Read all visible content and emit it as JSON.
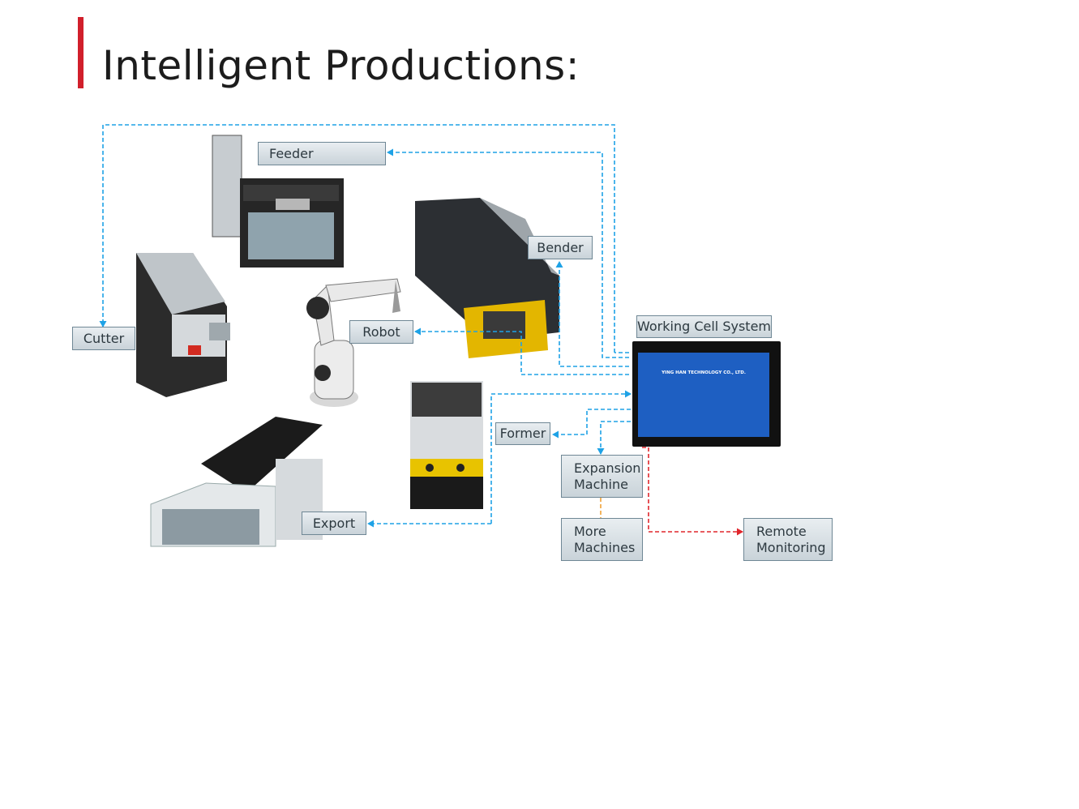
{
  "title": "Intelligent Productions:",
  "colors": {
    "accent_bar": "#d11f2b",
    "data_link": "#1ea2e6",
    "remote_link": "#e0262c",
    "expansion_link": "#f0a236",
    "label_fill": "#d3dce1",
    "hmi_screen": "#1e5fc2"
  },
  "labels": {
    "feeder": "Feeder",
    "bender": "Bender",
    "cutter": "Cutter",
    "robot": "Robot",
    "working_cell": "Working Cell System",
    "former": "Former",
    "expansion_line1": "Expansion",
    "expansion_line2": "Machine",
    "export": "Export",
    "more_line1": "More",
    "more_line2": "Machines",
    "remote_line1": "Remote",
    "remote_line2": "Monitoring"
  },
  "hmi": {
    "company": "YING HAN TECHNOLOGY CO., LTD."
  }
}
